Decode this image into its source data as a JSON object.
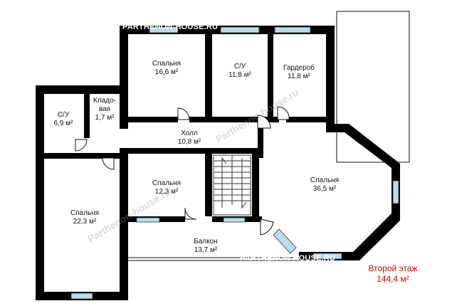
{
  "plan": {
    "rooms": [
      {
        "name": "Спальня",
        "area": "16,6 м²"
      },
      {
        "name": "С/У",
        "area": "11,8 м²"
      },
      {
        "name": "Гардероб",
        "area": "11,8 м²"
      },
      {
        "name": "С/У",
        "area": "6,9 м²"
      },
      {
        "name": "Кладо-",
        "name2": "вая",
        "area": "1,7 м²"
      },
      {
        "name": "Холл",
        "area": "10,8 м²"
      },
      {
        "name": "Спальня",
        "area": "12,3 м²"
      },
      {
        "name": "Спальня",
        "area": "36,5 м²"
      },
      {
        "name": "Спальня",
        "area": "22,3 м²"
      },
      {
        "name": "Балкон",
        "area": "13,7 м²"
      }
    ],
    "floor_title": "Второй этаж",
    "floor_area": "144,4 м²",
    "watermark_top": "PARTHENON-HOUSE.RU",
    "watermark_bottom": "PARTHENON-HOUSE.RU",
    "watermark_diagonal": "Parthenon-house.ru"
  },
  "colors": {
    "wall": "#000000",
    "window": "#b9dcec",
    "caption": "#d40000"
  }
}
